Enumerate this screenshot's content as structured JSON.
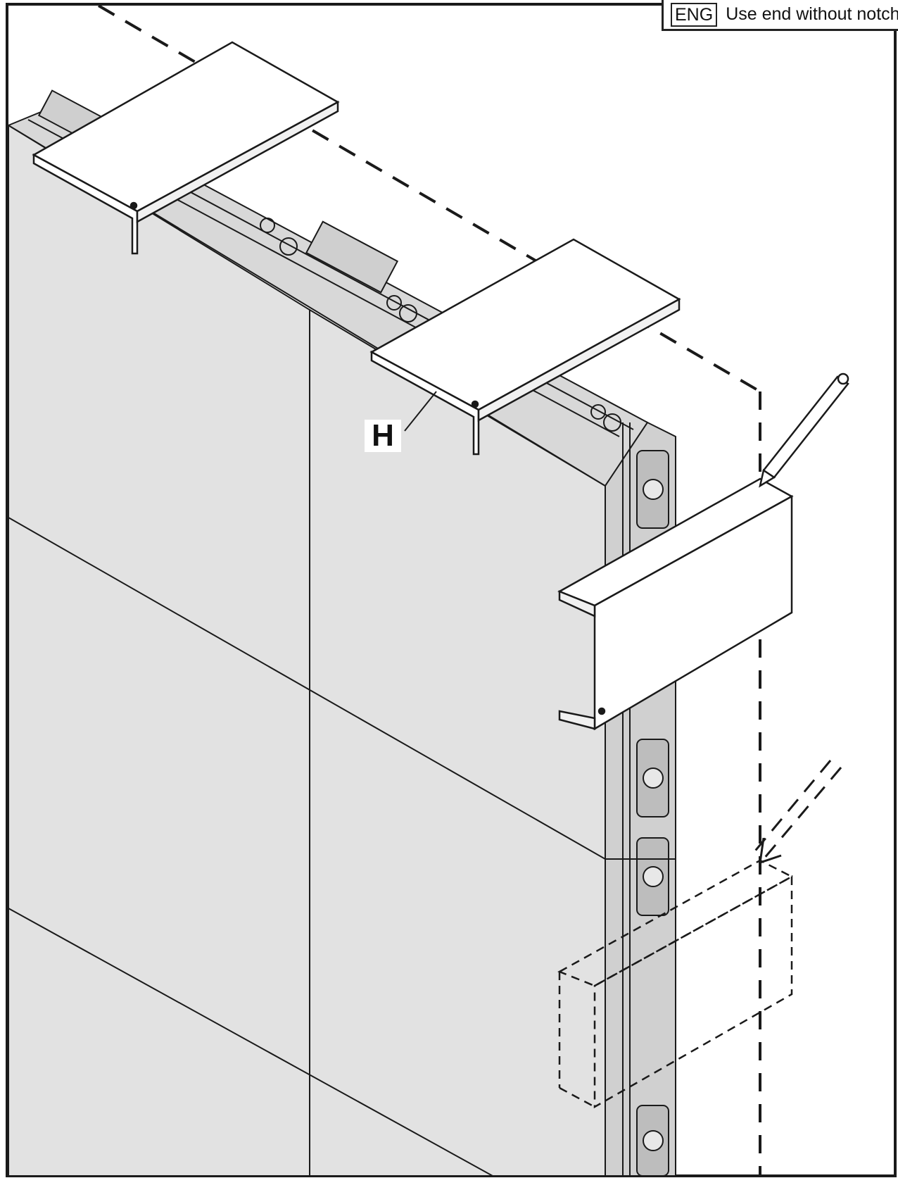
{
  "note": {
    "lang_code": "ENG",
    "text": "Use end without notch"
  },
  "callout": {
    "label": "H"
  },
  "colors": {
    "panel_fill": "#e2e2e2",
    "line": "#1a1a1a",
    "cover_fill": "#ffffff",
    "background": "#ffffff"
  }
}
